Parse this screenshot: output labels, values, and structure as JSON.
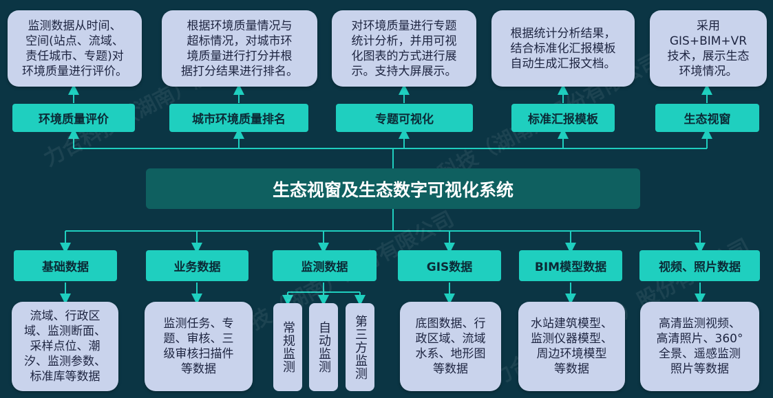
{
  "title": "生态视窗及生态数字可视化系统",
  "top": [
    {
      "label": "环境质量评价",
      "desc": [
        "监测数据从时间、",
        "空间(站点、流域、",
        "责任城市、专题)对",
        "环境质量进行评价。"
      ]
    },
    {
      "label": "城市环境质量排名",
      "desc": [
        "根据环境质量情况与",
        "超标情况，对城市环",
        "境质量进行打分并根",
        "据打分结果进行排名。"
      ]
    },
    {
      "label": "专题可视化",
      "desc": [
        "对环境质量进行专题",
        "统计分析，并用可视",
        "化图表的方式进行展",
        "示。支持大屏展示。"
      ]
    },
    {
      "label": "标准汇报模板",
      "desc": [
        "根据统计分析结果，",
        "结合标准化汇报模板",
        "自动生成汇报文档。"
      ]
    },
    {
      "label": "生态视窗",
      "desc": [
        "采用",
        "GIS+BIM+VR",
        "技术，展示生态",
        "环境情况。"
      ]
    }
  ],
  "bottom": [
    {
      "label": "基础数据",
      "desc": [
        "流域、行政区",
        "域、监测断面、",
        "采样点位、潮",
        "汐、监测参数、",
        "标准库等数据"
      ]
    },
    {
      "label": "业务数据",
      "desc": [
        "监测任务、专",
        "题、审核、三",
        "级审核扫描件",
        "等数据"
      ]
    },
    {
      "label": "监测数据",
      "sub": [
        "常规监测",
        "自动监测",
        "第三方监测"
      ]
    },
    {
      "label": "GIS数据",
      "desc": [
        "底图数据、行",
        "政区域、流域",
        "水系、地形图",
        "等数据"
      ]
    },
    {
      "label": "BIM模型数据",
      "desc": [
        "水站建筑模型、",
        "监测仪器模型、",
        "周边环境模型",
        "等数据"
      ]
    },
    {
      "label": "视频、照片数据",
      "desc": [
        "高清监测视频、",
        "高清照片、360°",
        "全景、遥感监测",
        "照片等数据"
      ]
    }
  ],
  "watermark": "力合科技（湖南）股份有限公司",
  "colors": {
    "background": "#0b3544",
    "label": "#1fcfbf",
    "desc": "#c9d3ec",
    "title": "#0f6060",
    "line": "#1fcfbf"
  }
}
